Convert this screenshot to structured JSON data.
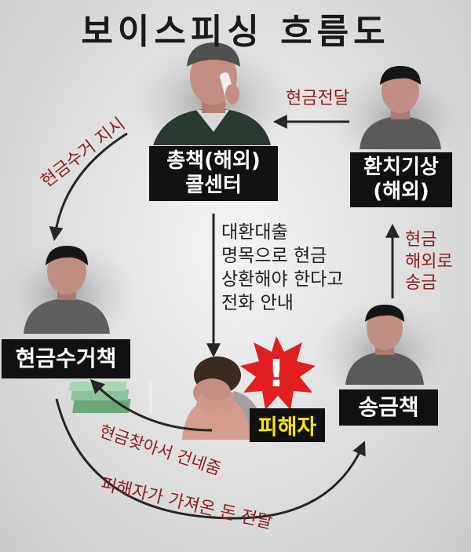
{
  "title": "보이스피싱 흐름도",
  "nodes": {
    "hq_line1": "총책(해외)",
    "hq_line2": "콜센터",
    "exchanger_line1": "환치기상",
    "exchanger_line2": "(해외)",
    "collector": "현금수거책",
    "remitter": "송금책",
    "victim": "피해자"
  },
  "edges": {
    "cash_delivery": "현금전달",
    "collect_order": "현금수거 지시",
    "overseas_1": "현금",
    "overseas_2": "해외로",
    "overseas_3": "송금",
    "call_1": "대환대출",
    "call_2": "명목으로 현금",
    "call_3": "상환해야 한다고",
    "call_4": "전화 안내",
    "handover": "현금찾아서 건네줌",
    "bring_cash": "피해자가 가져온 돈 전달"
  },
  "alert_mark": "!",
  "colors": {
    "label_bg": "#111111",
    "label_text": "#ffffff",
    "victim_text": "#ffe600",
    "edge_text": "#8f1d1d",
    "alert": "#e02020"
  }
}
